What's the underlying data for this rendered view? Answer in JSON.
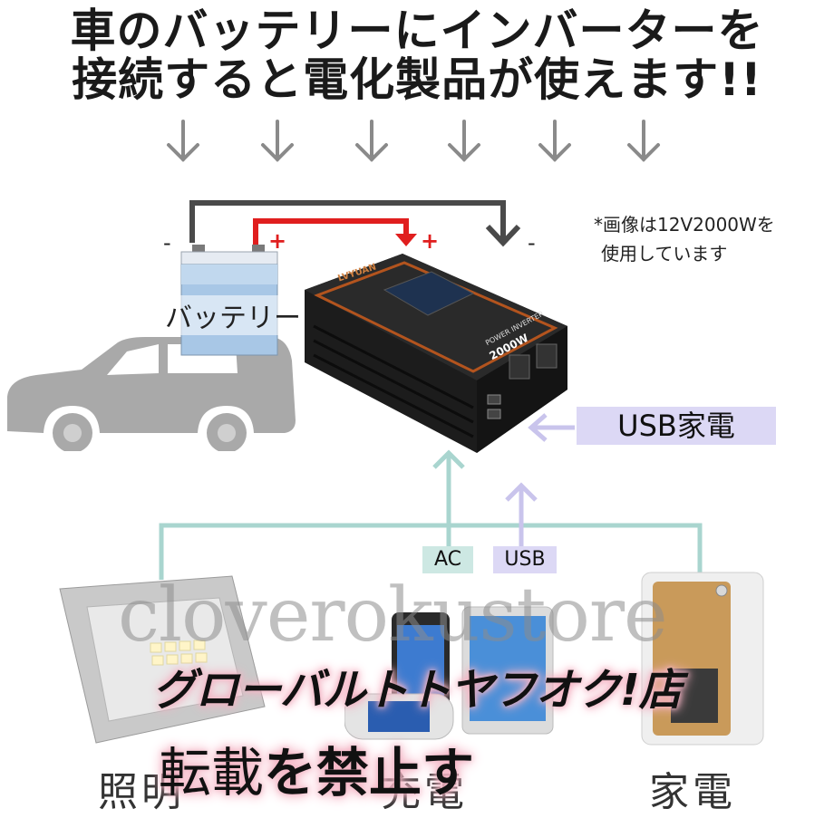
{
  "header": {
    "line1": "車のバッテリーにインバーターを",
    "line2": "接続すると電化製品が使えます!!"
  },
  "note": {
    "line1": "*画像は12V2000Wを",
    "line2": "使用しています"
  },
  "battery": {
    "label": "バッテリー",
    "minus": "-",
    "plus": "+"
  },
  "inverter": {
    "brand": "LVYUAN",
    "model": "2000W",
    "product": "POWER INVERTER"
  },
  "terminals": {
    "plus": "+",
    "minus": "-"
  },
  "tags": {
    "usb_appliance": "USB家電",
    "ac": "AC",
    "usb": "USB"
  },
  "categories": [
    "照明",
    "充電",
    "家電"
  ],
  "watermark": "cloverokustore",
  "overlay": {
    "line1": "グローバルトトヤフオク!店",
    "line2a": "転載",
    "line2b": "を禁止す"
  },
  "colors": {
    "red_wire": "#e01e1e",
    "dark_wire": "#4a4a4a",
    "teal_line": "#a9d5cf",
    "lavender_line": "#c9c4ec",
    "tag_ac_bg": "#cde8e3",
    "tag_usb_bg": "#dcd8f5"
  }
}
